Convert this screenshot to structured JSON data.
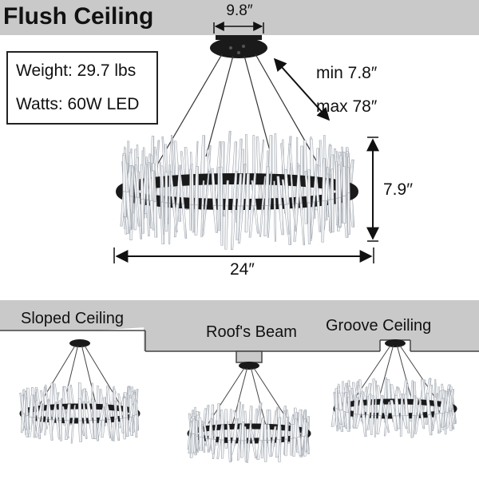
{
  "title": "Flush Ceiling",
  "dimensions": {
    "canopy_width": "9.8″",
    "chain_min": "min 7.8″",
    "chain_max": "max 78″",
    "height": "7.9′′",
    "diameter": "24″"
  },
  "specs": {
    "weight": "Weight: 29.7 lbs",
    "watts": "Watts: 60W LED"
  },
  "installations": [
    {
      "label": "Sloped Ceiling"
    },
    {
      "label": "Roof's Beam"
    },
    {
      "label": "Groove Ceiling"
    }
  ],
  "colors": {
    "ceiling": "#c9c9c9",
    "fixture": "#1a1a1a",
    "crystal": "#dfe3e8"
  }
}
